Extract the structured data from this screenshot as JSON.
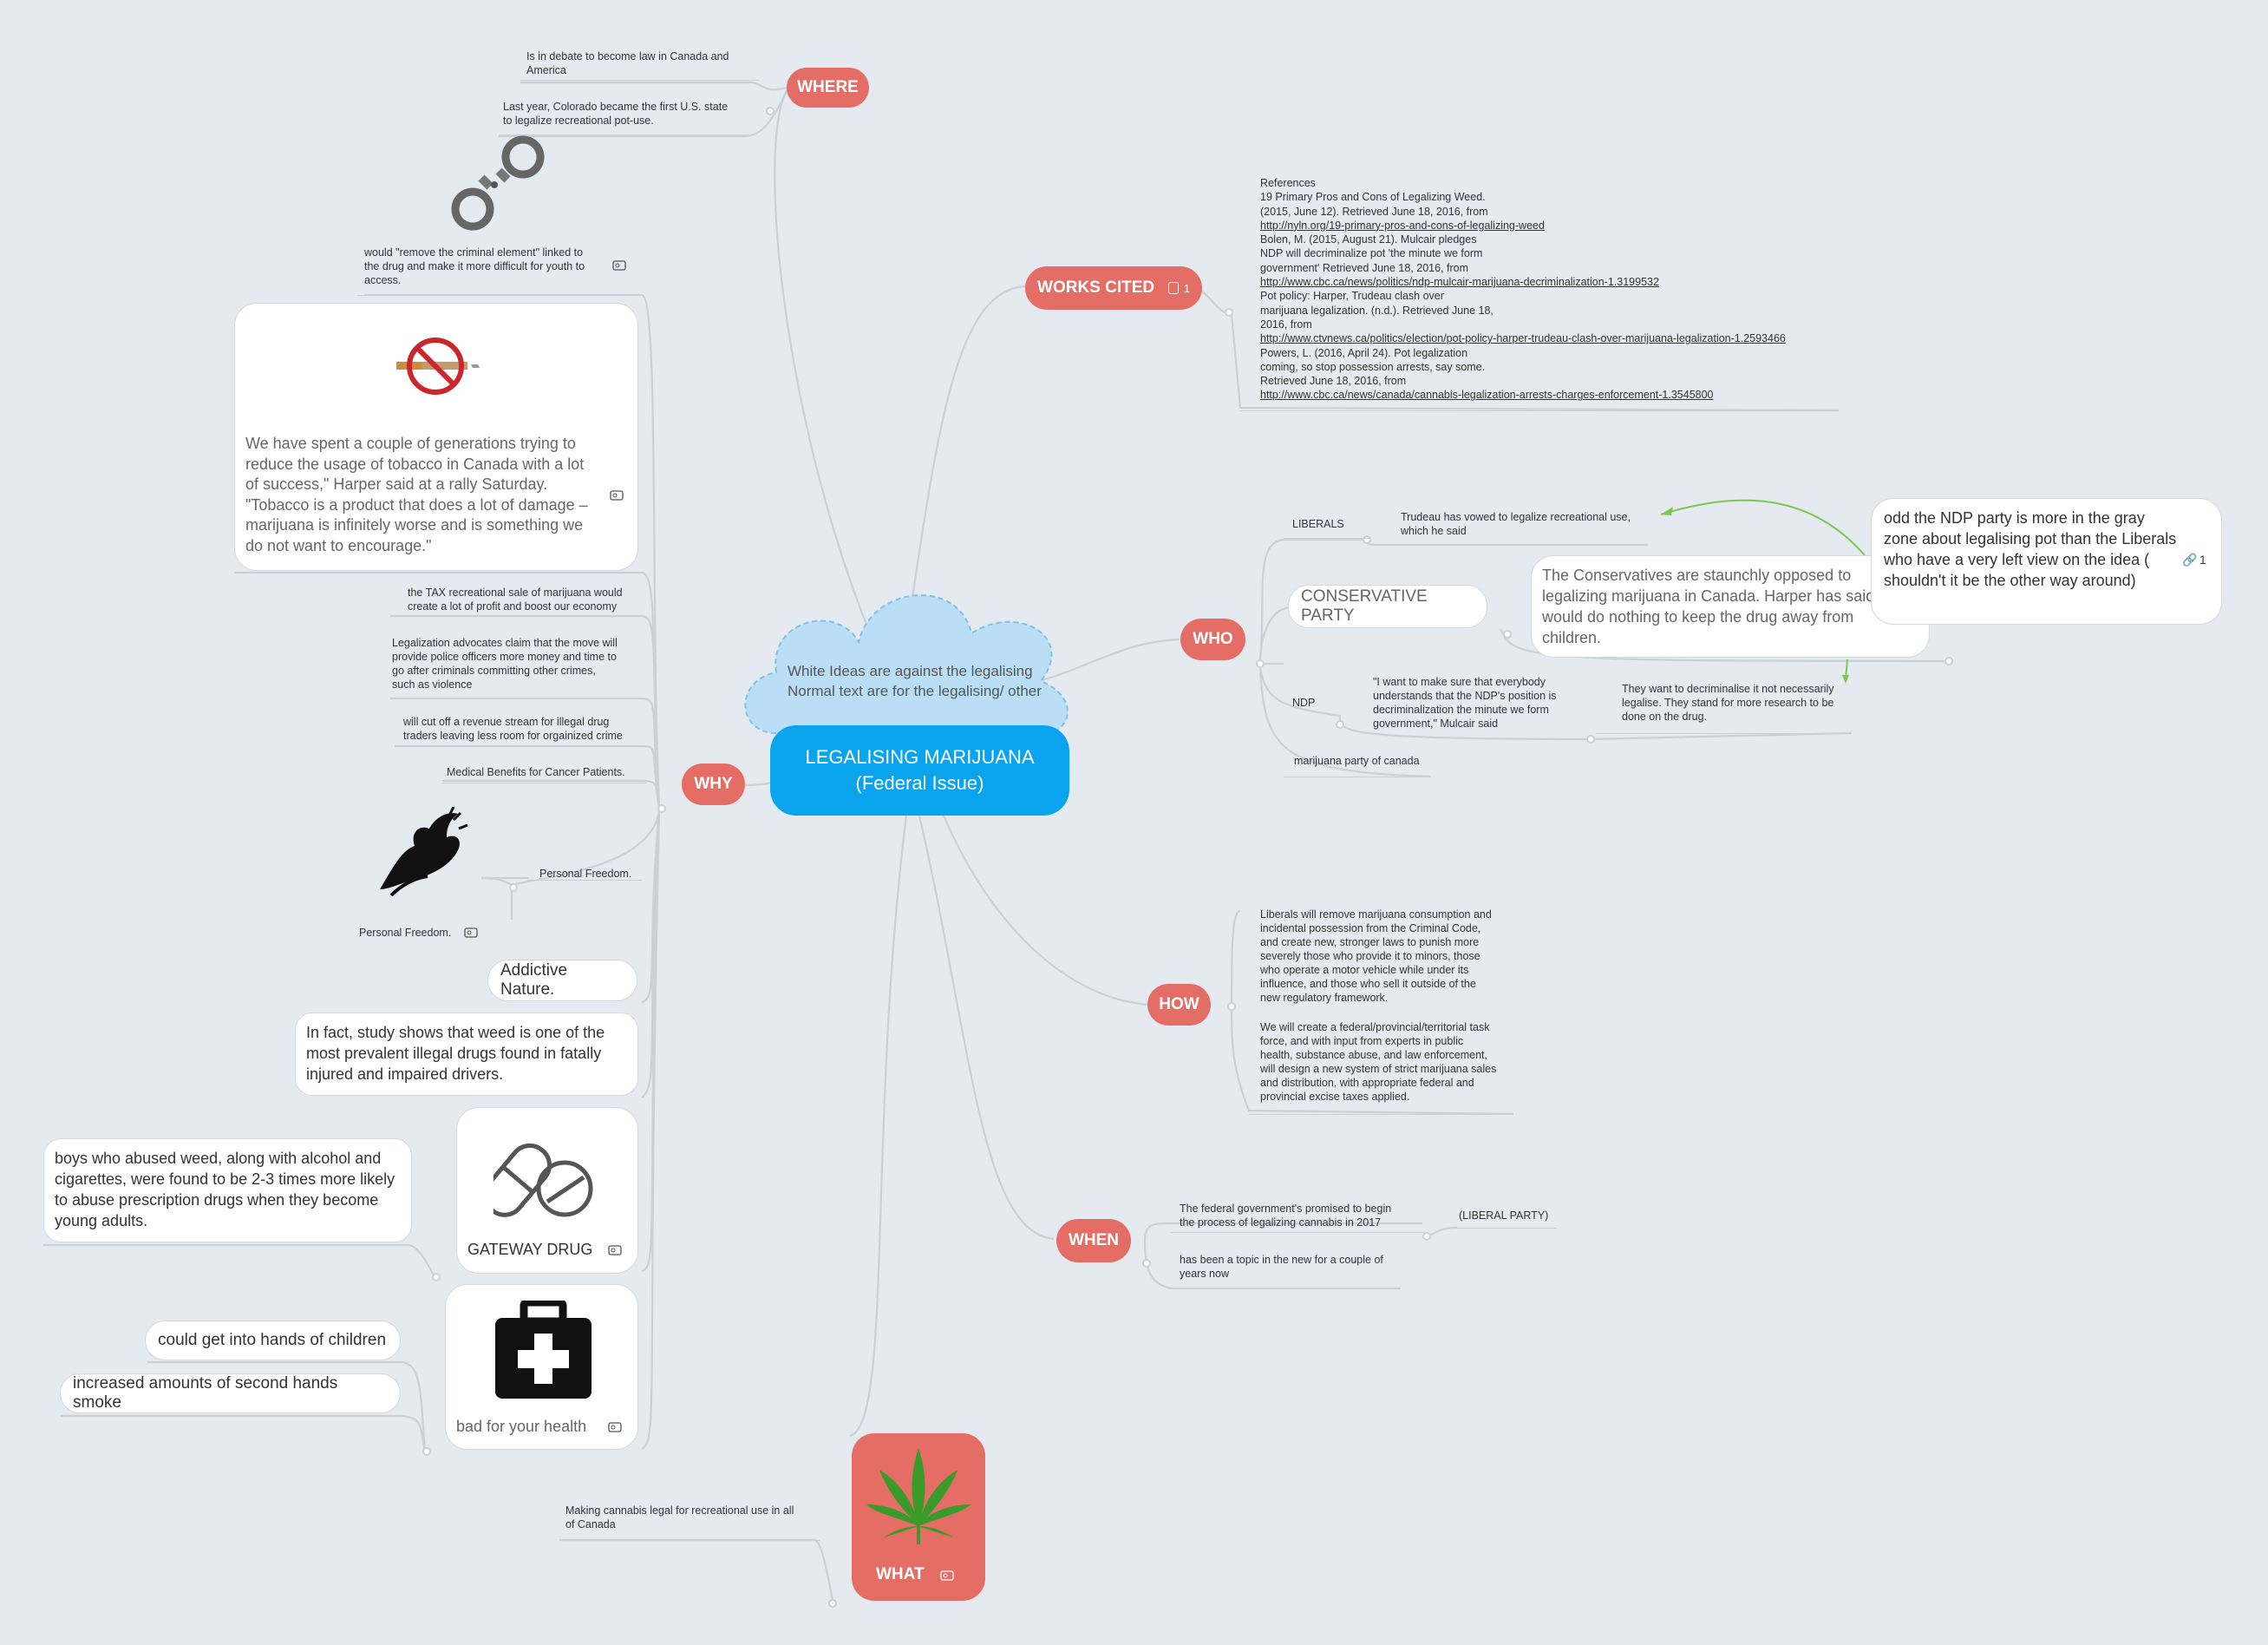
{
  "central": {
    "title": "LEGALISING MARIJUANA",
    "subtitle": "(Federal Issue)",
    "cloud_text": "White Ideas are against the legalising Normal text are for the legalising/ other"
  },
  "branches": {
    "where": "WHERE",
    "works_cited": "WORKS CITED",
    "works_cited_comment_count": "1",
    "who": "WHO",
    "why": "WHY",
    "how": "HOW",
    "when": "WHEN",
    "what": "WHAT"
  },
  "where": {
    "item1": "Is in debate to become law in Canada and\nAmerica",
    "item2": "Last year, Colorado became the first U.S. state\nto legalize recreational pot-use."
  },
  "works_cited": {
    "lines": [
      "References",
      "19 Primary Pros and Cons of Legalizing Weed.",
      "(2015, June 12). Retrieved June 18, 2016, from",
      "http://nyln.org/19-primary-pros-and-cons-of-legalizing-weed",
      "Bolen, M. (2015, August 21). Mulcair pledges",
      "NDP will decriminalize pot 'the minute we form",
      "government' Retrieved June 18, 2016, from",
      "http://www.cbc.ca/news/politics/ndp-mulcair-marijuana-decriminalization-1.3199532",
      "Pot policy: Harper, Trudeau clash over",
      "marijuana legalization. (n.d.). Retrieved June 18,",
      "2016, from",
      "http://www.ctvnews.ca/politics/election/pot-policy-harper-trudeau-clash-over-marijuana-legalization-1.2593466",
      "Powers, L. (2016, April 24). Pot legalization",
      "coming, so stop possession arrests, say some.",
      "Retrieved June 18, 2016, from",
      "http://www.cbc.ca/news/canada/cannabis-legalization-arrests-charges-enforcement-1.3545800"
    ]
  },
  "who": {
    "liberals": "LIBERALS",
    "liberals_detail": "Trudeau has vowed to legalize recreational use,\nwhich he said",
    "conservative": "CONSERVATIVE PARTY",
    "conservative_detail": "The Conservatives are staunchly opposed to legalizing marijuana in Canada. Harper has said it would do nothing to keep the drug away from children.",
    "ndp": "NDP",
    "ndp_quote": "\"I want to make sure that everybody\nunderstands that the NDP's position is\ndecriminalization the minute we form\ngovernment,\" Mulcair said",
    "ndp_detail": "They want to decriminalise it not necessarily\nlegalise. They stand for more research to be\ndone on the drug.",
    "marijuana_party": "marijuana party of canada",
    "note": "odd the NDP party is more in the gray zone about legalising pot than the Liberals who have a very left view on the idea ( shouldn't it be the other way around)",
    "note_link_count": "1"
  },
  "why": {
    "criminal": "would \"remove the criminal element\" linked to\nthe drug and make it more difficult for youth to\naccess.",
    "harper_quote": "We have spent a couple of generations trying to reduce the usage of tobacco in Canada with a lot of success,\" Harper said at a rally Saturday. \"Tobacco is a product that does a lot of damage – marijuana is infinitely worse and is something we do not want to encourage.\"",
    "tax": "the TAX recreational sale of marijuana would\ncreate a lot of profit and boost our economy",
    "police": "Legalization advocates claim that the move will\nprovide police officers more money and time to\ngo after criminals committing other crimes,\nsuch as violence",
    "revenue": "will cut off a revenue stream for illegal drug\ntraders leaving less room for orgainized crime",
    "medical": "Medical Benefits for Cancer Patients.",
    "freedom_node": "Personal Freedom.",
    "freedom_child": "Personal Freedom.",
    "addictive": "Addictive Nature.",
    "drivers": "In fact, study shows that weed is one of the most prevalent illegal drugs found in fatally injured and impaired drivers.",
    "gateway": "GATEWAY DRUG",
    "gateway_detail": "boys who abused weed, along with alcohol and cigarettes, were found to be 2-3 times more likely to abuse prescription drugs when they become young adults.",
    "health": "bad for your health",
    "children": "could get into hands of children",
    "smoke": "increased amounts of second hands smoke"
  },
  "how": {
    "para1": "Liberals will remove marijuana consumption and\nincidental possession from the Criminal Code,\nand create new, stronger laws to punish more\nseverely those who provide it to minors, those\nwho operate a motor vehicle while under its\ninfluence, and those who sell it outside of the\nnew regulatory framework.",
    "para2": "We will create a federal/provincial/territorial task\nforce, and with input from experts in public\nhealth, substance abuse, and law enforcement,\nwill design a new system of strict marijuana sales\nand distribution, with appropriate federal and\nprovincial excise taxes applied."
  },
  "when": {
    "promise": "The federal government's promised to begin\nthe process of legalizing cannabis in 2017",
    "party": "(LIBERAL PARTY)",
    "topic": "has been a topic in the new for a couple of\nyears now"
  },
  "what": {
    "detail": "Making cannabis legal for recreational use in all\nof Canada"
  },
  "colors": {
    "background": "#e4eaef",
    "branch": "#e46e66",
    "central": "#1aa3ec",
    "cloud": "#b9def5",
    "connector": "#c9d0d6",
    "arrow": "#7cc84e"
  }
}
